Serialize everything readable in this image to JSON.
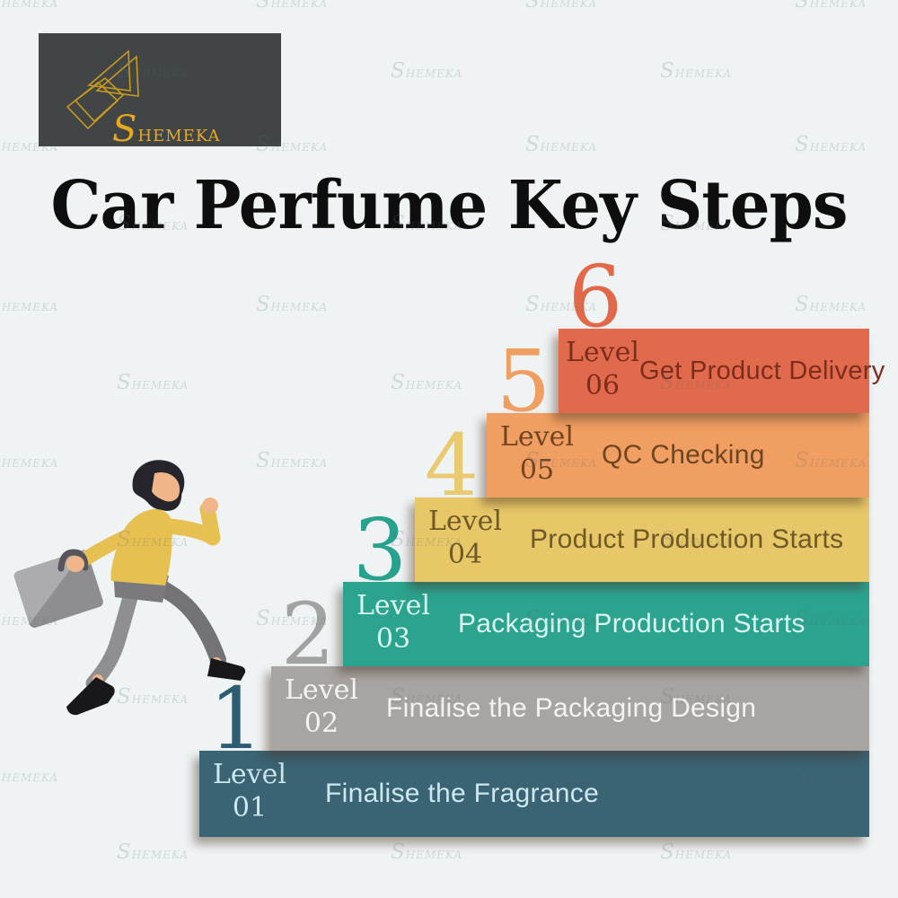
{
  "brand": {
    "wordmark": "Shemeka",
    "logo_bg_color": "#414546",
    "logo_gold_color": "#D8A125"
  },
  "title": "Car Perfume Key Steps",
  "watermark": {
    "text": "Shemeka"
  },
  "background_color": "#EFF3F4",
  "steps": [
    {
      "number": "1",
      "level_label": "Level",
      "level_num": "01",
      "description": "Finalise the Fragrance",
      "color": "#3A6374",
      "number_color": "#2E5C73",
      "text_color": "#CDE8F1"
    },
    {
      "number": "2",
      "level_label": "Level",
      "level_num": "02",
      "description": "Finalise the Packaging Design",
      "color": "#A7A4A2",
      "number_color": "#A2A2A2",
      "text_color": "#F5F3F1"
    },
    {
      "number": "3",
      "level_label": "Level",
      "level_num": "03",
      "description": "Packaging Production Starts",
      "color": "#2BA38F",
      "number_color": "#27A28C",
      "text_color": "#D9F7EF"
    },
    {
      "number": "4",
      "level_label": "Level",
      "level_num": "04",
      "description": "Product Production Starts",
      "color": "#E7C767",
      "number_color": "#E9CA70",
      "text_color": "#6D5A26"
    },
    {
      "number": "5",
      "level_label": "Level",
      "level_num": "05",
      "description": "QC Checking",
      "color": "#F09E61",
      "number_color": "#F09F63",
      "text_color": "#6F4522"
    },
    {
      "number": "6",
      "level_label": "Level",
      "level_num": "06",
      "description": "Get Product Delivery",
      "color": "#E06A4B",
      "number_color": "#E26849",
      "text_color": "#7C2D1D"
    }
  ],
  "illustration": {
    "name": "man running up stairs with briefcase",
    "shirt_color": "#E6C050",
    "skin_color": "#F0B689",
    "hair_color": "#26252B",
    "pants_color": "#8F8F93",
    "briefcase_color": "#8E8E90"
  }
}
